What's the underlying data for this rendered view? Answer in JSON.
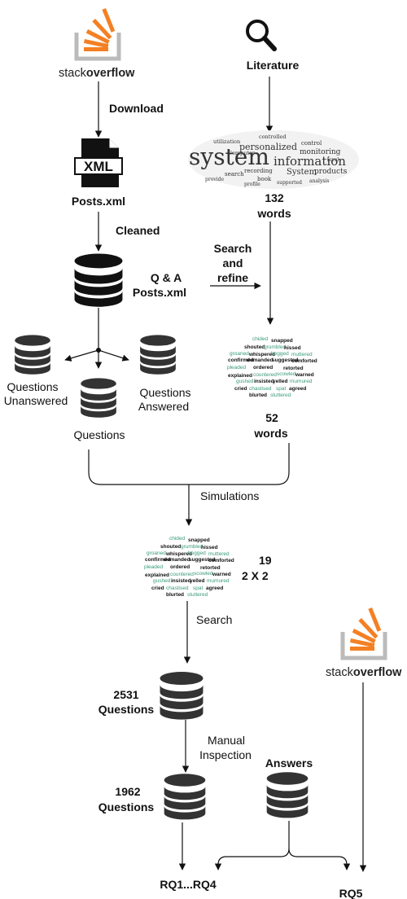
{
  "logos": {
    "so_top": {
      "word1": "stack",
      "word2": "overflow"
    },
    "so_right": {
      "word1": "stack",
      "word2": "overflow"
    }
  },
  "labels": {
    "literature": "Literature",
    "download": "Download",
    "xml_badge": "XML",
    "posts_xml": "Posts.xml",
    "cleaned": "Cleaned",
    "qa_line1": "Q & A",
    "qa_line2": "Posts.xml",
    "search_refine_1": "Search",
    "search_refine_2": "and",
    "search_refine_3": "refine",
    "words132_num": "132",
    "words132_unit": "words",
    "words52_num": "52",
    "words52_unit": "words",
    "q_unanswered_1": "Questions",
    "q_unanswered_2": "Unanswered",
    "q_answered_1": "Questions",
    "q_answered_2": "Answered",
    "questions": "Questions",
    "simulations": "Simulations",
    "n19": "19",
    "two_by_two": "2 X 2",
    "search": "Search",
    "q2531_num": "2531",
    "q2531_unit": "Questions",
    "manual_1": "Manual",
    "manual_2": "Inspection",
    "answers": "Answers",
    "q1962_num": "1962",
    "q1962_unit": "Questions",
    "rq1_4": "RQ1...RQ4",
    "rq5": "RQ5"
  },
  "wordcloud_large": {
    "big": [
      "system",
      "information"
    ],
    "mid": [
      "personalized",
      "monitoring",
      "products",
      "System",
      "search",
      "recording",
      "book",
      "Computer"
    ],
    "small": [
      "utilization",
      "controlled",
      "control",
      "provide",
      "supported",
      "level",
      "profile",
      "analysis"
    ]
  },
  "wordcloud_small": {
    "words": [
      "chided",
      "snapped",
      "shouted",
      "grumbled",
      "hissed",
      "groaned",
      "whispered",
      "begged",
      "muttered",
      "confirmed",
      "demanded",
      "suggested",
      "comforted",
      "explained",
      "pleaded",
      "ordered",
      "retorted",
      "countered",
      "scowled",
      "warned",
      "gushed",
      "insisted",
      "yelled",
      "mumured",
      "cried",
      "chastised",
      "spat",
      "agreed",
      "blurted",
      "stuttered"
    ]
  }
}
